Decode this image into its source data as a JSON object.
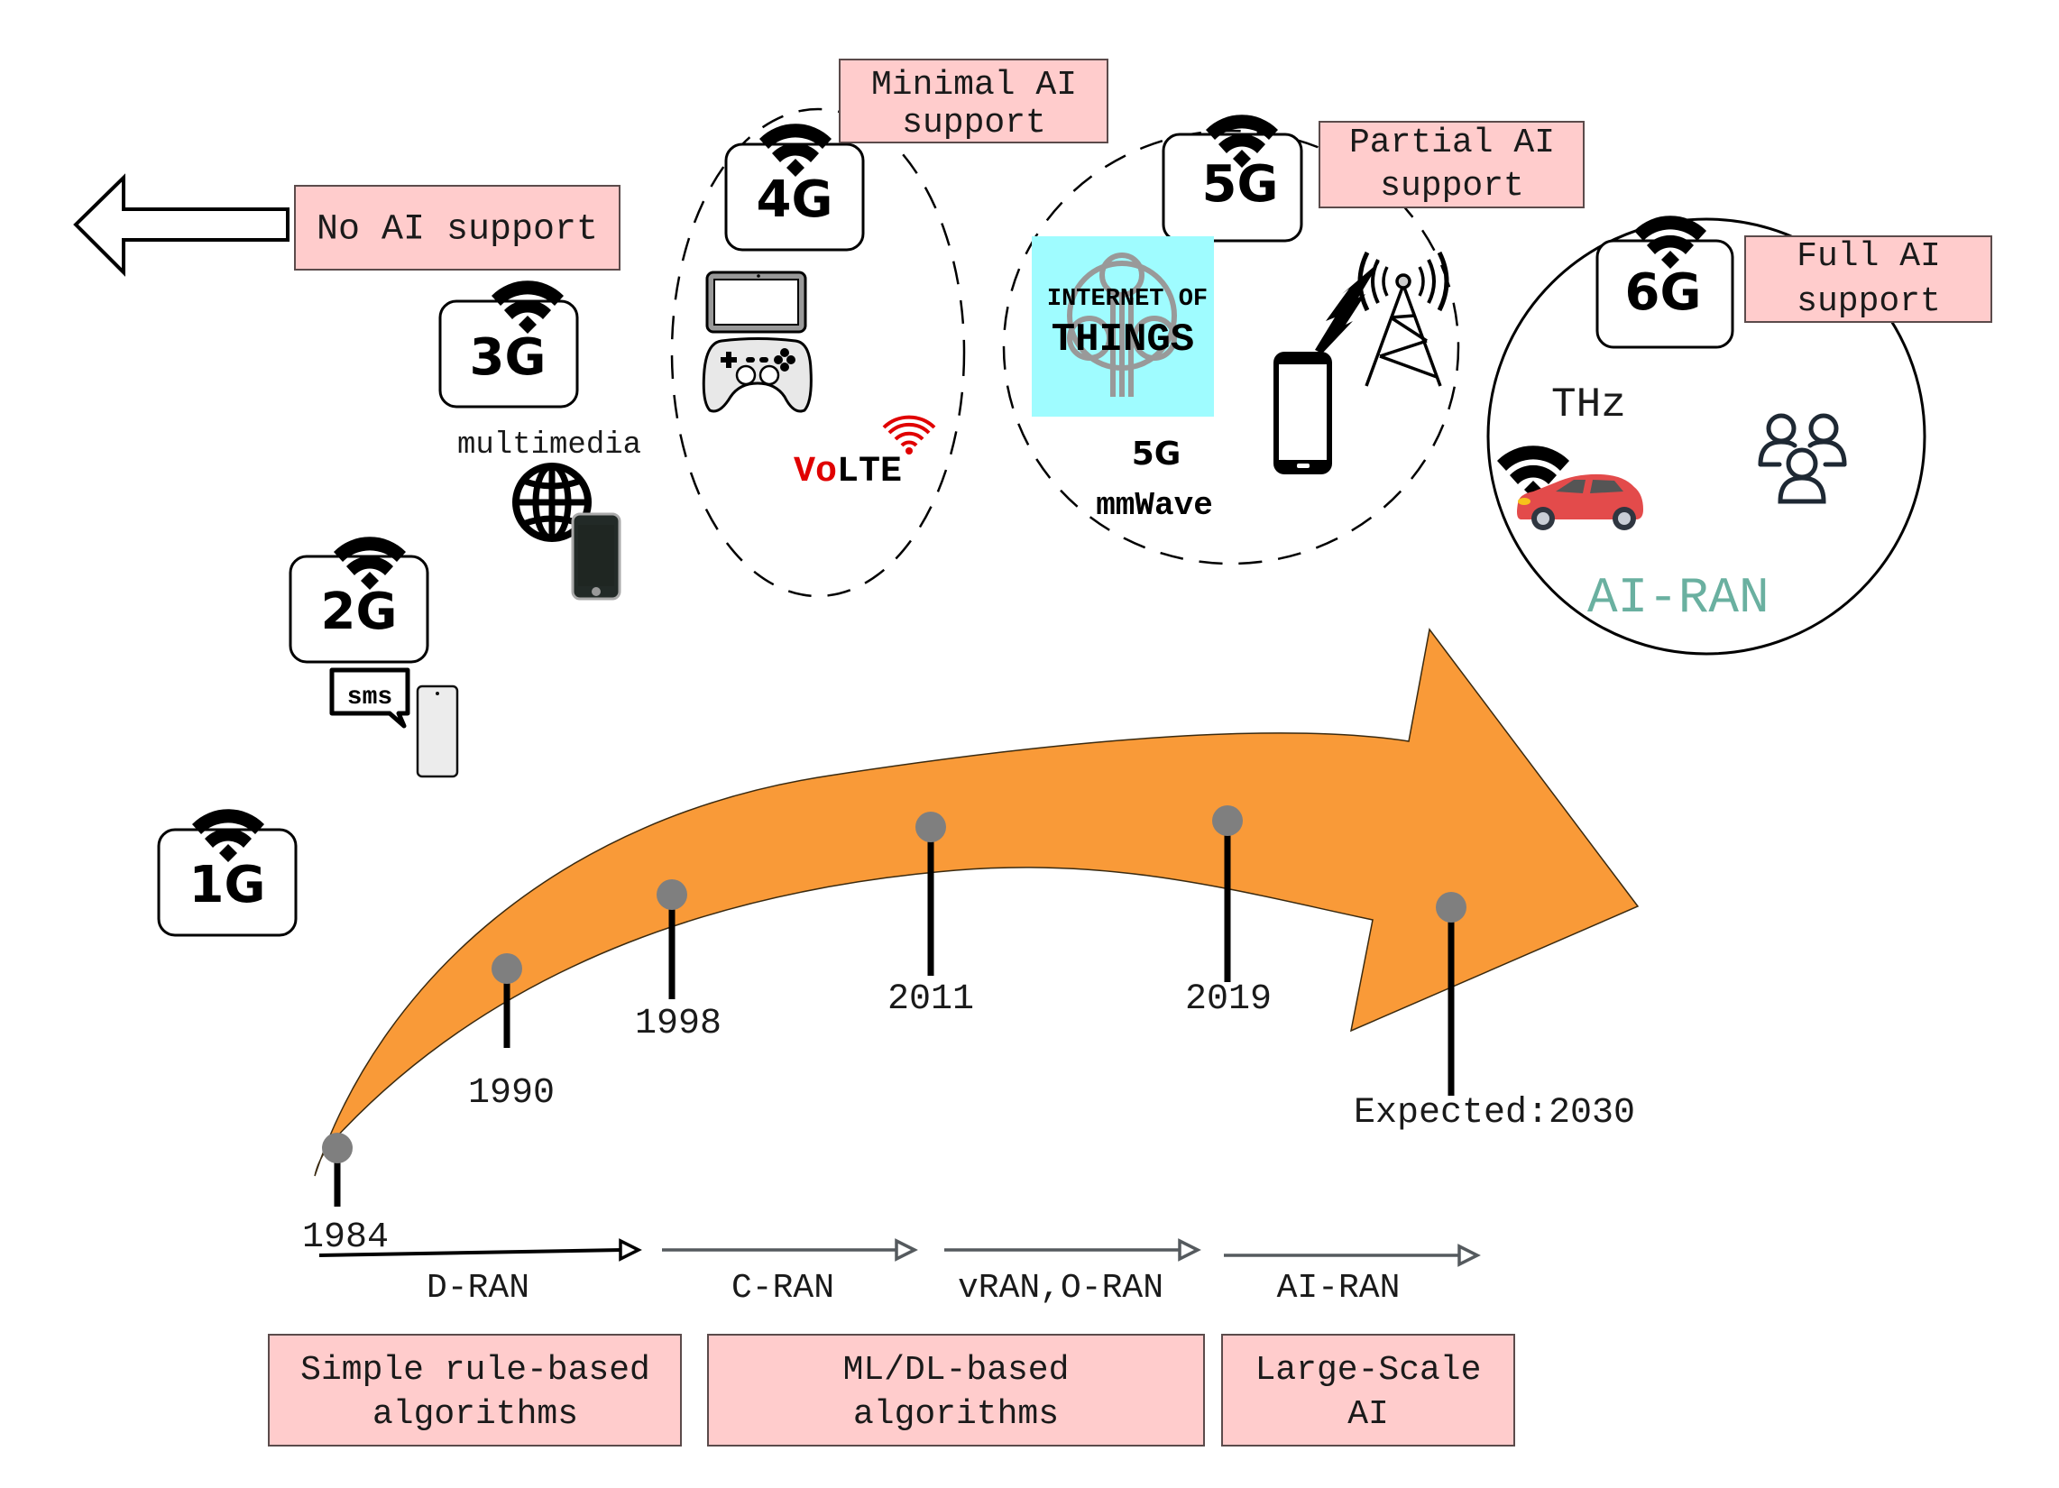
{
  "ai_support_labels": {
    "no_ai": "No AI support",
    "minimal_ai": [
      "Minimal AI",
      "support"
    ],
    "partial_ai": [
      "Partial AI",
      "support"
    ],
    "full_ai": [
      "Full AI",
      "support"
    ]
  },
  "generations": {
    "g1": {
      "label": "1G"
    },
    "g2": {
      "label": "2G",
      "feature": "sms"
    },
    "g3": {
      "label": "3G",
      "feature": "multimedia"
    },
    "g4": {
      "label": "4G",
      "feature_prefix": "Vo",
      "feature_suffix": "LTE"
    },
    "g5": {
      "label": "5G",
      "iot_line1": "INTERNET OF",
      "iot_line2": "THINGS",
      "band_line1": "5G",
      "band_line2": "mmWave"
    },
    "g6": {
      "label": "6G",
      "band": "THz",
      "ran": "AI-RAN"
    }
  },
  "timeline": {
    "milestones": [
      {
        "year": "1984"
      },
      {
        "year": "1990"
      },
      {
        "year": "1998"
      },
      {
        "year": "2011"
      },
      {
        "year": "2019"
      },
      {
        "year": "Expected:2030"
      }
    ]
  },
  "ran_evolution": {
    "stages": [
      "D-RAN",
      "C-RAN",
      "vRAN,O-RAN",
      "AI-RAN"
    ],
    "algorithms": [
      {
        "line1": "Simple rule-based",
        "line2": "algorithms"
      },
      {
        "line1": "ML/DL-based",
        "line2": "algorithms"
      },
      {
        "line1": "Large-Scale",
        "line2": "AI"
      }
    ]
  },
  "colors": {
    "timeline_arrow": "#f99a38",
    "label_box": "#ffcccc",
    "iot_background": "#9ffcff",
    "ai_ran_text": "#6ab0a0",
    "volte_accent": "#e00000",
    "milestone_dot": "#7f7f7f",
    "car": "#e34b4b"
  }
}
